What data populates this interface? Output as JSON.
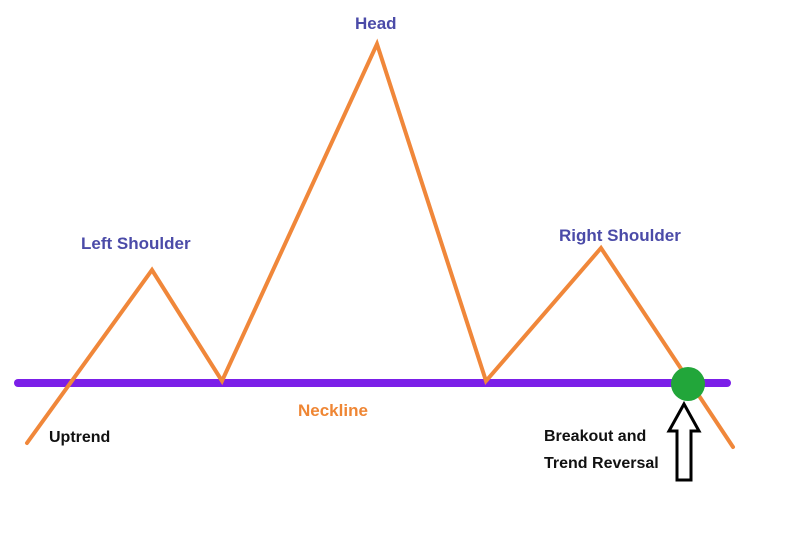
{
  "diagram": {
    "labels": {
      "head": "Head",
      "left_shoulder": "Left Shoulder",
      "right_shoulder": "Right Shoulder",
      "neckline": "Neckline",
      "uptrend": "Uptrend",
      "breakout_line1": "Breakout and",
      "breakout_line2": "Trend Reversal"
    },
    "colors": {
      "price_line": "#f0873a",
      "neckline": "#7b1fe8",
      "breakout_marker": "#22a63a",
      "label_blue": "#4b4ba8",
      "label_orange": "#ef8634",
      "arrow": "#000000"
    },
    "icons": {
      "breakout_marker": "circle",
      "arrow": "up-arrow-outline"
    }
  }
}
